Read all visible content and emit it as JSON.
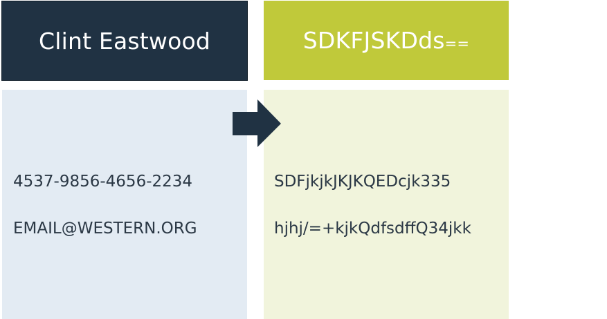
{
  "left": {
    "title": "Clint Eastwood",
    "lines": [
      "4537-9856-4656-2234",
      "EMAIL@WESTERN.ORG"
    ],
    "header_color": "#203243",
    "body_color": "#e3ebf3"
  },
  "right": {
    "title_main": "SDKFJSKDds",
    "title_suffix": "==",
    "lines": [
      "SDFjkjkJKJKQEDcjk335",
      "hjhj/=+kjkQdfsdffQ34jkk"
    ],
    "header_color": "#c0c93a",
    "body_color": "#f1f4dc"
  },
  "arrow": {
    "icon": "arrow-right-icon",
    "color": "#203243"
  }
}
